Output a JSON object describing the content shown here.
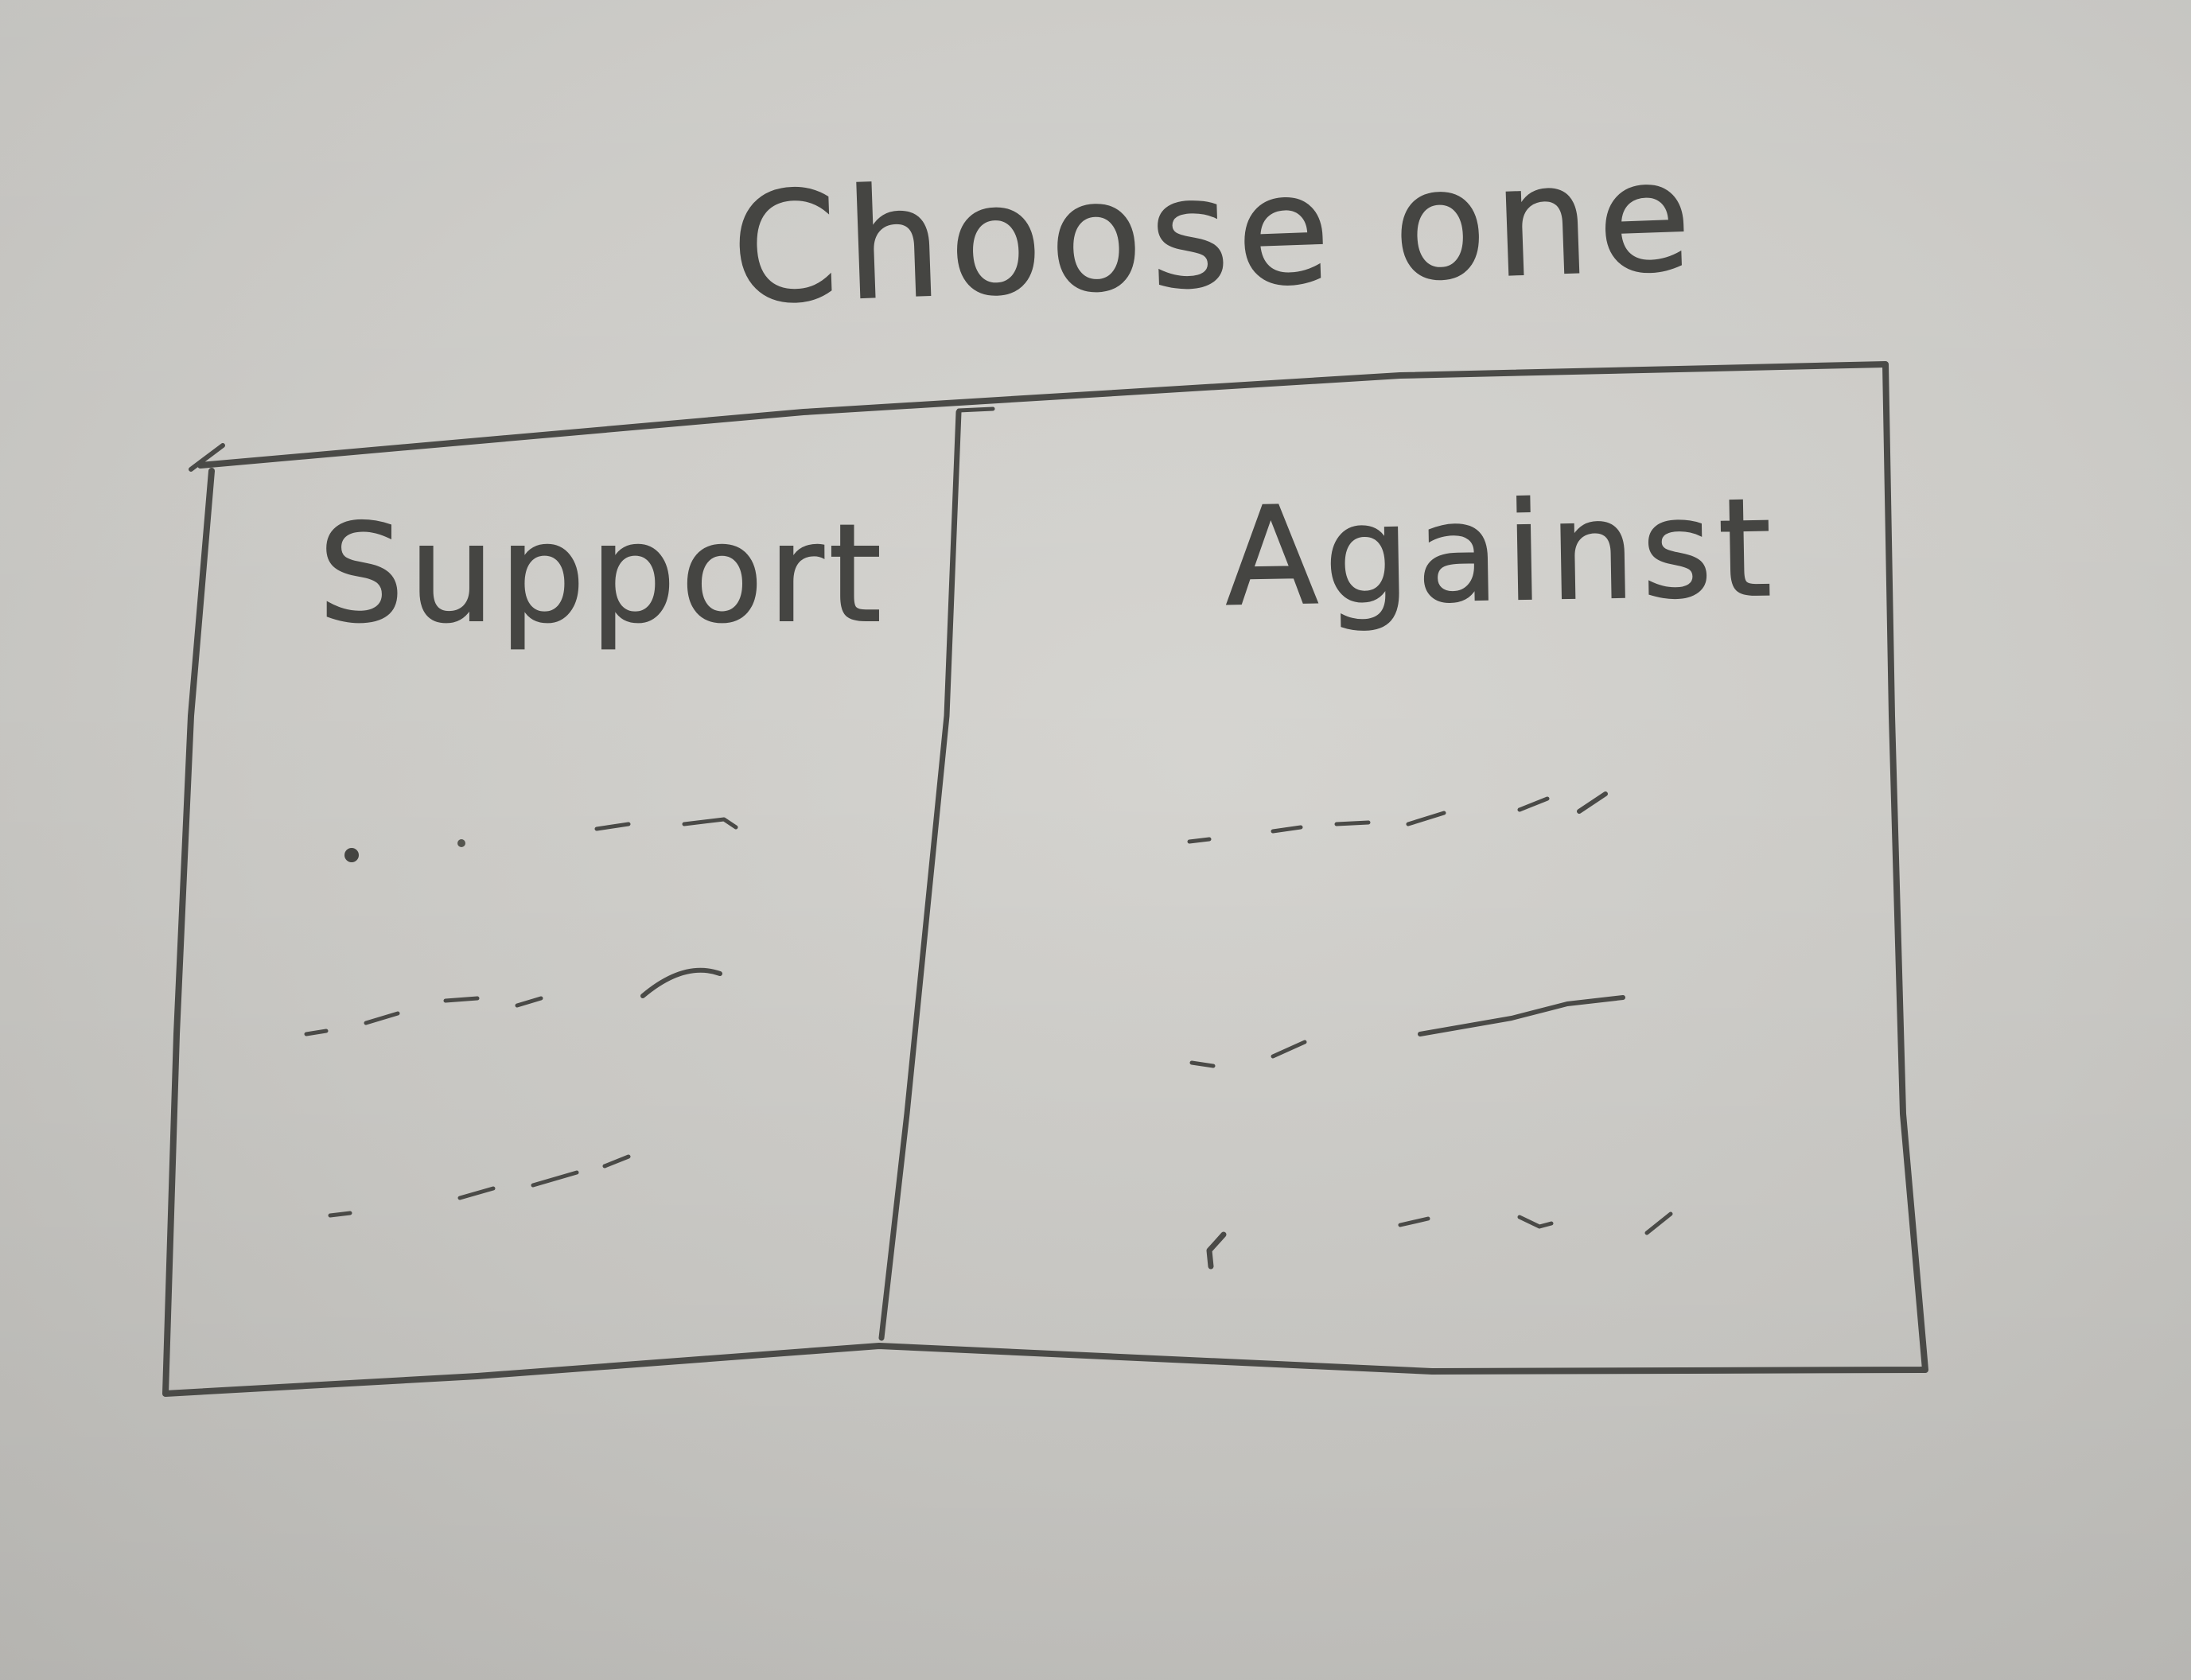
{
  "title": "Choose one",
  "options": [
    {
      "label": "Support"
    },
    {
      "label": "Against"
    }
  ],
  "colors": {
    "paper": "#cfcecb",
    "ink": "#4a4a47"
  }
}
